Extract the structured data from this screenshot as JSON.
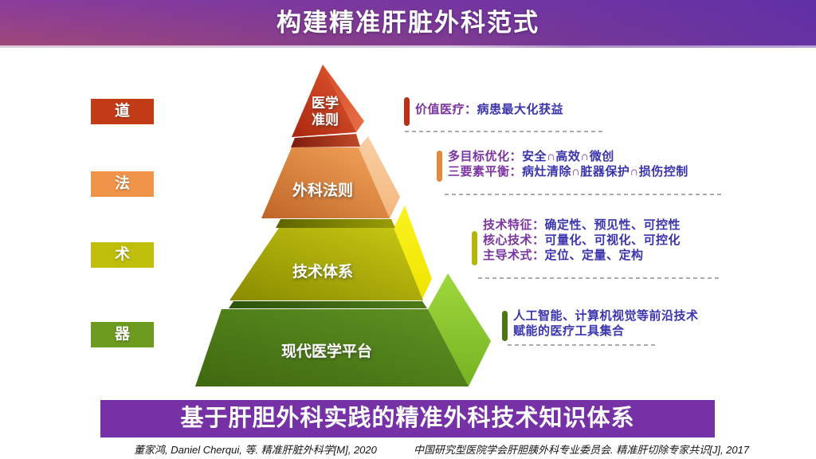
{
  "slide": {
    "title": "构建精准肝脏外科范式",
    "banner": "基于肝胆外科实践的精准外科技术知识体系",
    "citations": {
      "left": "董家鸿, Daniel Cherqui, 等. 精准肝脏外科学[M], 2020",
      "right": "中国研究型医院学会肝胆胰外科专业委员会. 精准肝切除专家共识[J], 2017"
    }
  },
  "colors": {
    "header_gradient_left": "#8A3C9C",
    "header_gradient_right": "#5A2EA8",
    "header_gradient_bottom": "#A04878",
    "banner_purple": "#7731A6",
    "annotation_label_purple": "#7C35A0",
    "annotation_content_blue": "#3B35AD",
    "separator_gray": "#ABABAB"
  },
  "tiers": [
    {
      "label": "道",
      "color": "#C13B17"
    },
    {
      "label": "法",
      "color": "#F0944A"
    },
    {
      "label": "术",
      "color": "#BFBE0B"
    },
    {
      "label": "器",
      "color": "#6C9B20"
    }
  ],
  "pyramid": {
    "levels": [
      {
        "label": "医学\n准则",
        "front_color": "#C53418",
        "side_color": "#E06A42"
      },
      {
        "label": "外科法则",
        "front_color": "#D9813C",
        "side_color": "#F8C18A"
      },
      {
        "label": "技术体系",
        "front_color": "#A9AA06",
        "side_color": "#F6EC00"
      },
      {
        "label": "现代医学平台",
        "front_color": "#4E7D15",
        "side_color": "#8BC835"
      }
    ]
  },
  "annotations": [
    {
      "bar_color": "#B93016",
      "lines": [
        {
          "label": "价值医疗：",
          "content": "病患最大化获益"
        }
      ]
    },
    {
      "bar_color": "#E6873C",
      "lines": [
        {
          "label": "多目标优化：",
          "content": "安全∩高效∩微创"
        },
        {
          "label": "三要素平衡：",
          "content": "病灶清除∩脏器保护∩损伤控制"
        }
      ]
    },
    {
      "bar_color": "#B5B509",
      "lines": [
        {
          "label": "技术特征：",
          "content": "确定性、预见性、可控性"
        },
        {
          "label": "核心技术：",
          "content": "可量化、可视化、可控化"
        },
        {
          "label": "主导术式：",
          "content": "定位、定量、定构"
        }
      ]
    },
    {
      "bar_color": "#4C7613",
      "lines": [
        {
          "label": "",
          "content": "人工智能、计算机视觉等前沿技术"
        },
        {
          "label": "",
          "content": "赋能的医疗工具集合"
        }
      ]
    }
  ]
}
